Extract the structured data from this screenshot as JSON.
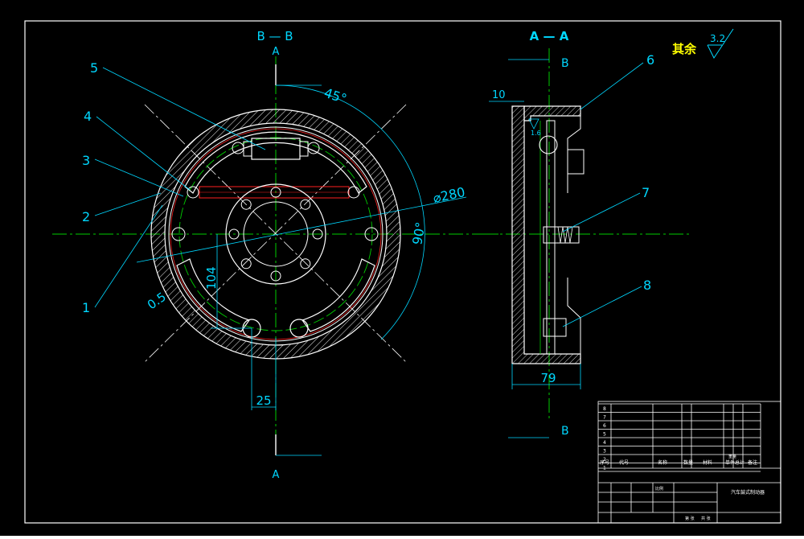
{
  "colors": {
    "background": "#000000",
    "frame": "#ffffff",
    "centerline": "#00cc00",
    "dimension": "#00d7ff",
    "section": "#ffffff",
    "hatch": "#ffffff",
    "spring": "#ff2020",
    "green_circle": "#00cc00",
    "title": "#ffff00"
  },
  "views": {
    "bb": {
      "title": "B — B",
      "mark_top": "A",
      "mark_bottom": "A"
    },
    "aa": {
      "title": "A — A",
      "mark_top": "B",
      "mark_bottom": "B"
    }
  },
  "roughness": {
    "label": "其余",
    "value": "3.2"
  },
  "balloons": [
    "5",
    "4",
    "3",
    "2",
    "1",
    "6",
    "7",
    "8"
  ],
  "dimensions": {
    "angle_45": "45°",
    "angle_90": "90°",
    "diameter": "⌀280",
    "dim_104": "104",
    "dim_25": "25",
    "dim_10": "10",
    "dim_79": "79",
    "radius_small": "0.5",
    "roughness_small": "1.6"
  },
  "title_block": {
    "col_labels": [
      "序号",
      "代号",
      "名称",
      "数量",
      "材料",
      "单件",
      "总计",
      "备注"
    ],
    "col_sub_label": "重量",
    "row_numbers": [
      "8",
      "7",
      "6",
      "5",
      "4",
      "3",
      "2",
      "1"
    ],
    "drawing_name": "汽车鼓式制动器",
    "scale_label": "比例",
    "sheet_label": "共 张",
    "sheet_of": "第 张"
  }
}
